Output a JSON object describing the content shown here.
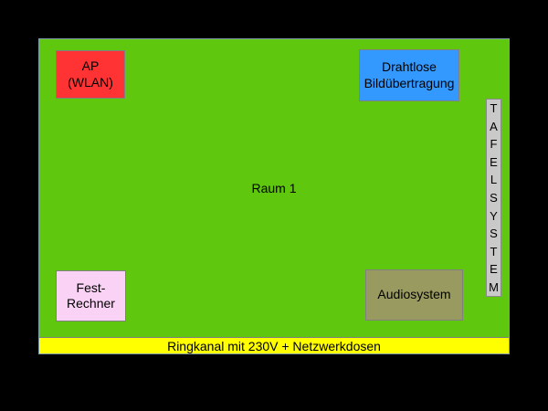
{
  "canvas": {
    "background": "#000000"
  },
  "room": {
    "label": "Raum 1",
    "fill": "#5ec70e",
    "border_color": "#7f9aa8"
  },
  "boxes": {
    "ap_wlan": {
      "label": "AP\n(WLAN)",
      "fill": "#ff3333"
    },
    "wireless_video": {
      "label": "Drahtlose\nBildübertragung",
      "fill": "#3399ff"
    },
    "board_system": {
      "label": "TAFELSYSTEM",
      "fill": "#c9c9c9"
    },
    "desktop_pc": {
      "label": "Fest-\nRechner",
      "fill": "#fad2f5"
    },
    "audio_system": {
      "label": "Audiosystem",
      "fill": "#999a60"
    }
  },
  "ring_channel": {
    "label": "Ringkanal mit 230V + Netzwerkdosen",
    "fill": "#ffff00"
  }
}
